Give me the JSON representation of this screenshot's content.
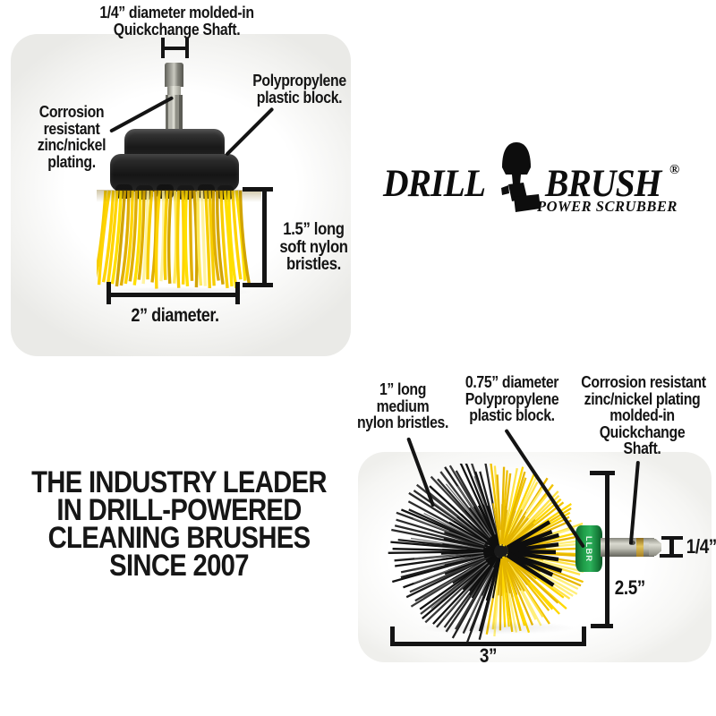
{
  "logo": {
    "drill": "DRILL",
    "brush": "BRUSH",
    "registered": "®",
    "tagline": "POWER SCRUBBER"
  },
  "headline": {
    "lines": [
      "THE INDUSTRY LEADER",
      "IN DRILL-POWERED",
      "CLEANING BRUSHES",
      "SINCE 2007"
    ]
  },
  "flat_brush": {
    "shaft_callout": {
      "lines": [
        "1/4” diameter molded-in",
        "Quickchange Shaft."
      ]
    },
    "plating_callout": {
      "lines": [
        "Corrosion",
        "resistant",
        "zinc/nickel",
        "plating."
      ]
    },
    "block_callout": {
      "lines": [
        "Polypropylene",
        "plastic block."
      ]
    },
    "bristle_dim": {
      "lines": [
        "1.5” long",
        "soft nylon",
        "bristles."
      ]
    },
    "diameter_dim": "2” diameter."
  },
  "ball_brush": {
    "bristle_callout": {
      "lines": [
        "1” long",
        "medium",
        "nylon bristles."
      ]
    },
    "block_callout": {
      "lines": [
        "0.75” diameter",
        "Polypropylene",
        "plastic block."
      ]
    },
    "shaft_callout": {
      "lines": [
        "Corrosion resistant",
        "zinc/nickel plating",
        "molded-in",
        "Quickchange",
        "Shaft."
      ]
    },
    "shaft_dim": "1/4”",
    "height_dim": "2.5”",
    "width_dim": "3”",
    "collar_text": "LLBR"
  },
  "colors": {
    "ink": "#141414",
    "bristle_yellow": "#FFD900",
    "bristle_black": "#161616",
    "plastic_black": "#1D1D1D",
    "collar_green": "#1FA24C",
    "shaft_silver": "#B9B9B1",
    "brass": "#C9A23C",
    "background": "#FFFFFF"
  }
}
